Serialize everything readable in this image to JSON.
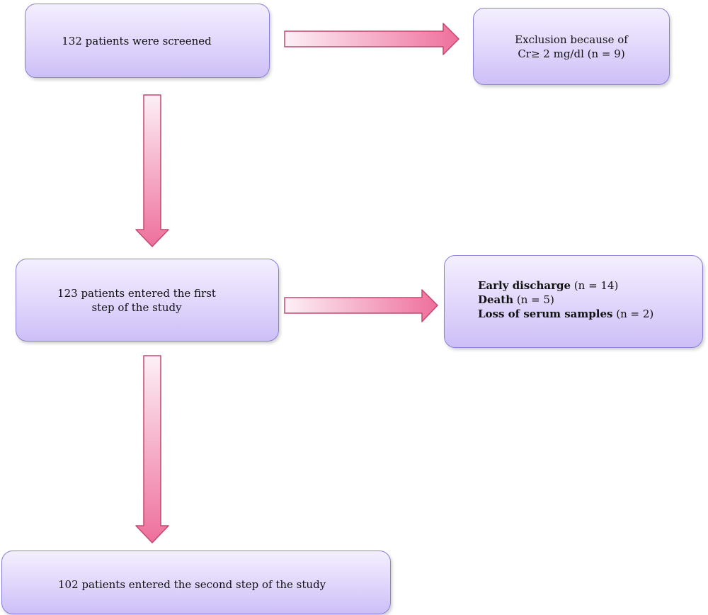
{
  "boxes": {
    "screened": {
      "text": "132 patients were screened"
    },
    "exclusion": {
      "line1": "Exclusion because of",
      "line2": "Cr≥ 2 mg/dl (n = 9)"
    },
    "entered_first": {
      "line1": "123 patients entered the first",
      "line2": "step of the study"
    },
    "losses": {
      "items": [
        {
          "label": "Early discharge",
          "count": " (n = 14)"
        },
        {
          "label": "Death",
          "count": " (n = 5)"
        },
        {
          "label": "Loss of serum samples",
          "count": " (n = 2)"
        }
      ]
    },
    "entered_second": {
      "text": "102 patients entered the second step of the study"
    }
  },
  "colors": {
    "box_border": "#8a7fd6",
    "box_fill_top": "#f4efff",
    "box_fill_bottom": "#cdbff7",
    "arrow_fill_light": "#fbe3ee",
    "arrow_fill_dark": "#ee6f9c",
    "arrow_border": "#c4466f"
  }
}
